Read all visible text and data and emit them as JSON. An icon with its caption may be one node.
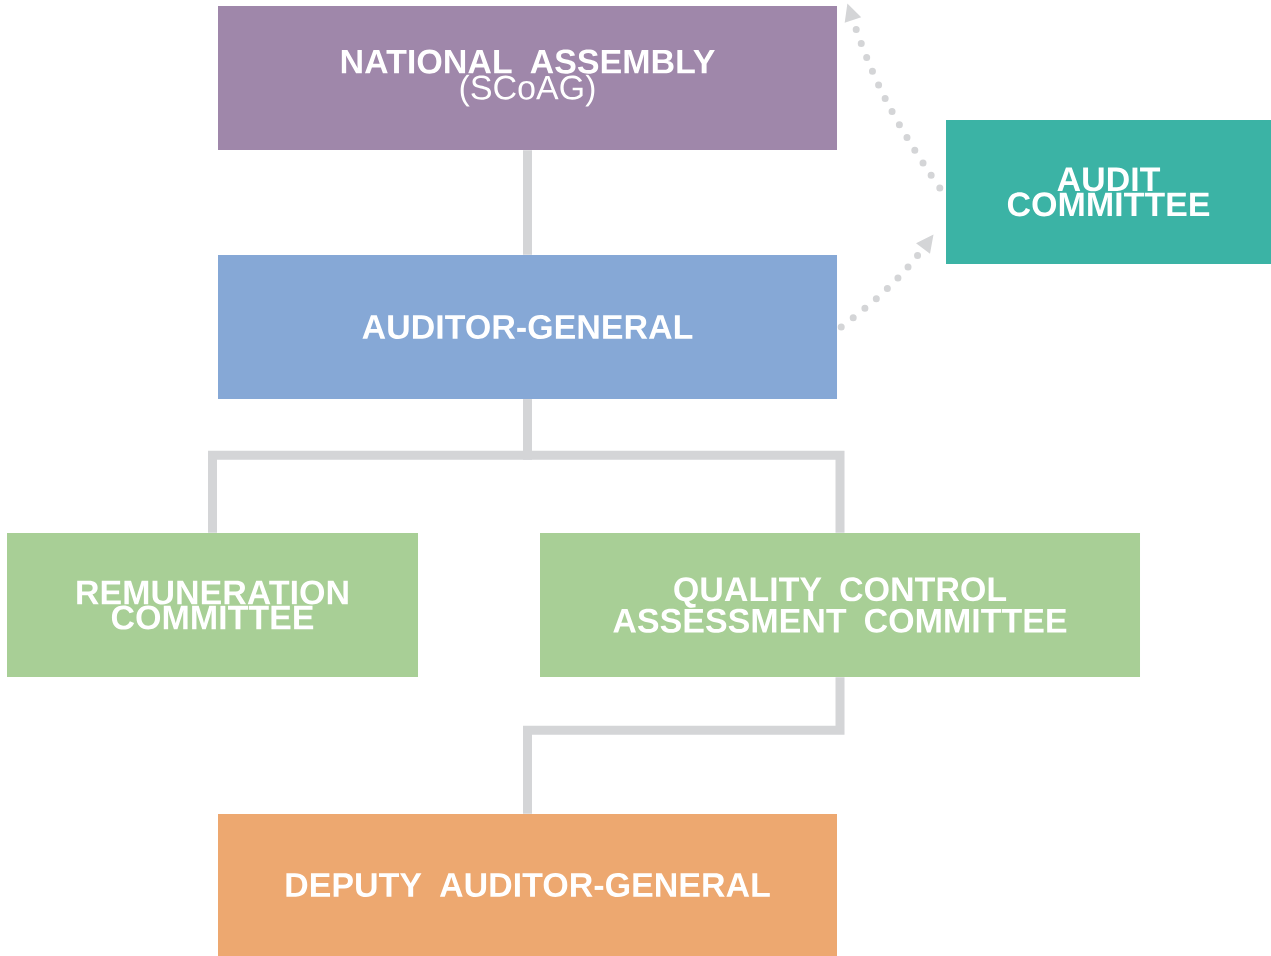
{
  "diagram": {
    "nodes": [
      {
        "text": [
          "NATIONAL ASSEMBLY",
          "(SCoAG)"
        ]
      },
      {
        "text": [
          "AUDIT COMMITTEE"
        ]
      },
      {
        "text": [
          "AUDITOR-GENERAL"
        ]
      },
      {
        "text": [
          "REMUNERATION COMMITTEE"
        ]
      },
      {
        "text": [
          "QUALITY CONTROL ASSESSMENT COMMITTEE"
        ]
      },
      {
        "text": [
          "DEPUTY AUDITOR-GENERAL"
        ]
      }
    ],
    "edges": [
      {
        "from": 0,
        "to": 2,
        "arrow": "none"
      },
      {
        "from": 1,
        "to": 0,
        "arrow": "to",
        "style": "dashed"
      },
      {
        "from": 2,
        "to": 1,
        "arrow": "to",
        "style": "dashed"
      },
      {
        "from": 2,
        "to": 3,
        "arrow": "none"
      },
      {
        "from": 2,
        "to": 4,
        "arrow": "none"
      },
      {
        "from": 4,
        "to": 5,
        "arrow": "none"
      }
    ]
  }
}
